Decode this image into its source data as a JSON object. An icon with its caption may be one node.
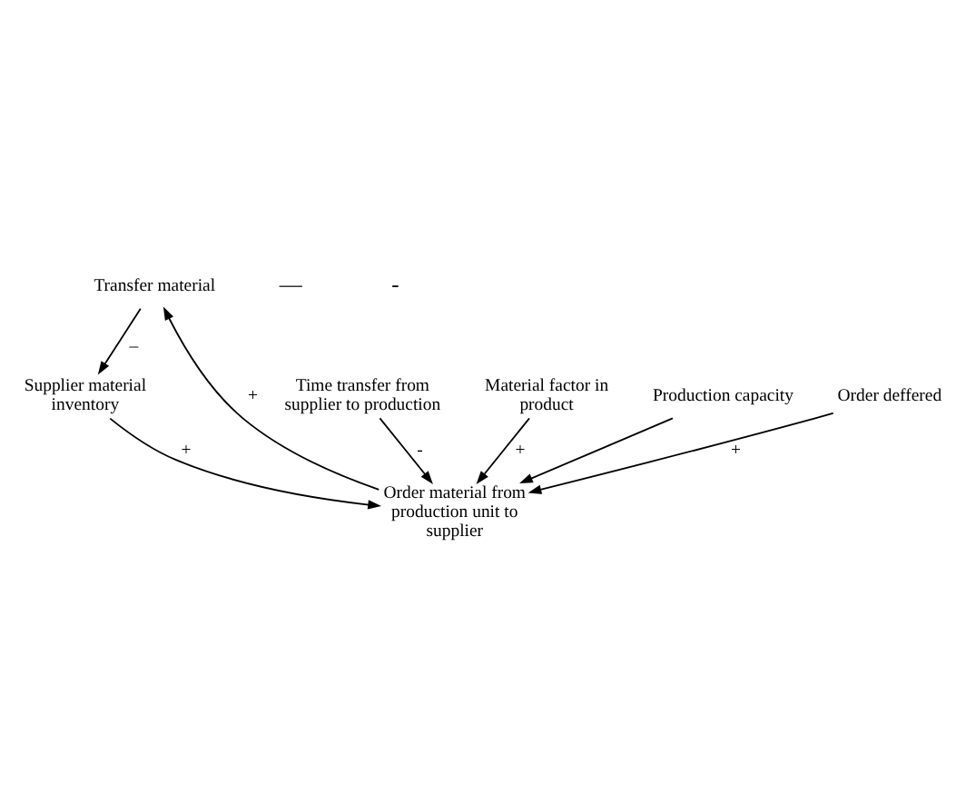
{
  "diagram": {
    "nodes": [
      {
        "text": [
          "Transfer material"
        ]
      },
      {
        "text": [
          "Time transfer from supplier to production"
        ]
      },
      {
        "text": [
          "Supplier material inventory"
        ]
      },
      {
        "text": [
          "Order material from production unit to supplier"
        ]
      },
      {
        "text": [
          "Material factor in product"
        ]
      },
      {
        "text": [
          "Production capacity"
        ]
      },
      {
        "text": [
          "Order deffered"
        ]
      }
    ],
    "edges": [
      {
        "from": 3,
        "to": 0,
        "arrow": "to",
        "label": "+"
      },
      {
        "from": 0,
        "to": 2,
        "arrow": "to",
        "label": "_"
      },
      {
        "from": 2,
        "to": 3,
        "arrow": "to",
        "label": "+"
      },
      {
        "from": 1,
        "to": 3,
        "arrow": "to",
        "label": "-"
      },
      {
        "from": 4,
        "to": 3,
        "arrow": "to",
        "label": "+"
      },
      {
        "from": 5,
        "to": 3,
        "arrow": "to"
      },
      {
        "from": 6,
        "to": 3,
        "arrow": "to",
        "label": "+"
      }
    ],
    "labels": [
      "—",
      "-"
    ]
  }
}
